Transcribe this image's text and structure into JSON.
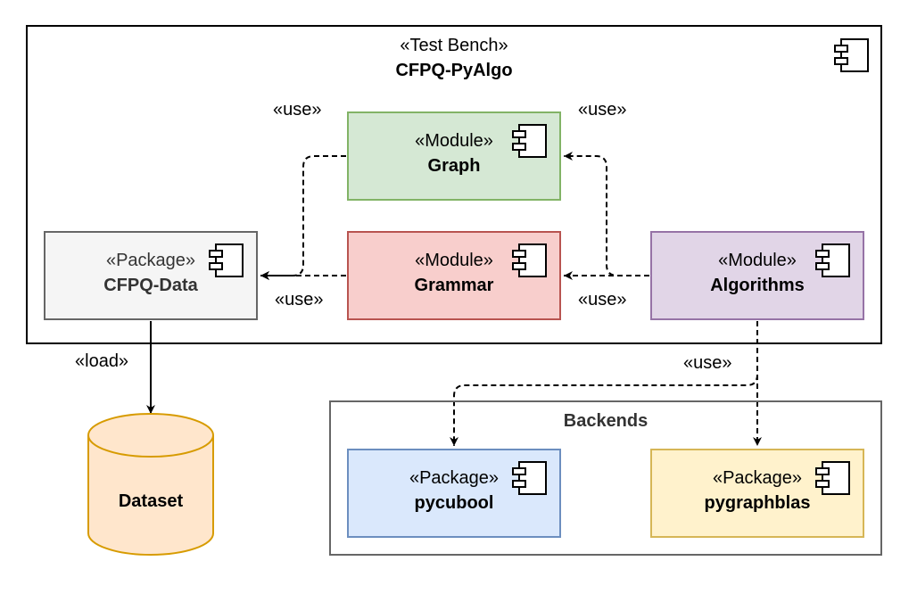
{
  "test_bench": {
    "stereotype": "«Test Bench»",
    "name": "CFPQ-PyAlgo"
  },
  "graph": {
    "stereotype": "«Module»",
    "name": "Graph",
    "fill": "#d5e8d4",
    "stroke": "#82b366"
  },
  "grammar": {
    "stereotype": "«Module»",
    "name": "Grammar",
    "fill": "#f8cecc",
    "stroke": "#b85450"
  },
  "algorithms": {
    "stereotype": "«Module»",
    "name": "Algorithms",
    "fill": "#e1d5e7",
    "stroke": "#9673a6"
  },
  "cfpq_data": {
    "stereotype": "«Package»",
    "name": "CFPQ-Data",
    "fill": "#f5f5f5",
    "stroke": "#666666"
  },
  "backends": {
    "title": "Backends",
    "stroke": "#666666"
  },
  "pycubool": {
    "stereotype": "«Package»",
    "name": "pycubool",
    "fill": "#dae8fc",
    "stroke": "#6c8ebf"
  },
  "pygraphblas": {
    "stereotype": "«Package»",
    "name": "pygraphblas",
    "fill": "#fff2cc",
    "stroke": "#d6b656"
  },
  "dataset": {
    "name": "Dataset",
    "fill": "#ffe6cc",
    "stroke": "#d79b00"
  },
  "labels": {
    "use_graph_data": "«use»",
    "use_algo_graph": "«use»",
    "use_grammar_data": "«use»",
    "use_algo_grammar": "«use»",
    "use_backends": "«use»",
    "load": "«load»"
  },
  "icons": [
    "component-icon"
  ]
}
